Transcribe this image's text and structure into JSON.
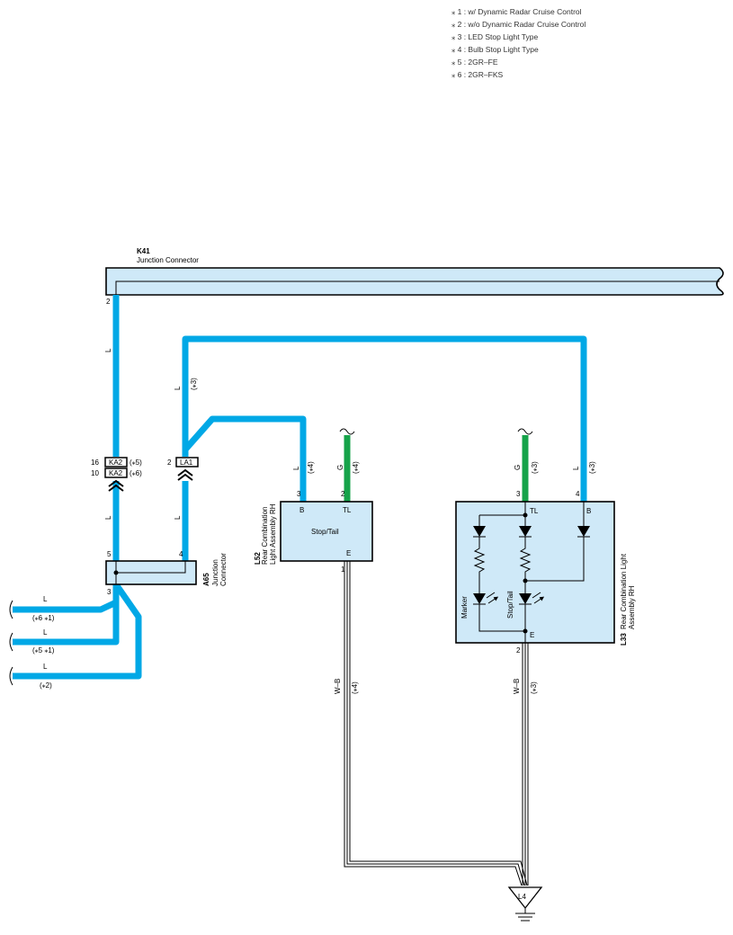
{
  "legend": [
    "⁎ 1 : w/ Dynamic Radar Cruise Control",
    "⁎ 2 : w/o Dynamic Radar Cruise Control",
    "⁎ 3 : LED Stop Light Type",
    "⁎ 4 : Bulb Stop Light Type",
    "⁎ 5 : 2GR–FE",
    "⁎ 6 : 2GR–FKS"
  ],
  "k41": {
    "code": "K41",
    "name": "Junction Connector",
    "pin": "2",
    "wire": "L"
  },
  "connectors": {
    "ka2_pin_top": "16",
    "ka2_name": "KA2",
    "ka2_note_top": "(⁎5)",
    "ka2_pin_bottom": "10",
    "ka2_note_bottom": "(⁎6)",
    "la1_pin": "2",
    "la1_name": "LA1",
    "wire_left_lower": "L",
    "wire_right_lower": "L",
    "wire_right_upper": "L",
    "wire_right_upper_note": "(⁎3)"
  },
  "a65": {
    "code": "A65",
    "name_line1": "Junction",
    "name_line2": "Connector",
    "pin_left": "5",
    "pin_right": "4",
    "pin_bottom": "3"
  },
  "left_wires": [
    {
      "label": "L",
      "note": "(⁎6 ⁎1)"
    },
    {
      "label": "L",
      "note": "(⁎5 ⁎1)"
    },
    {
      "label": "L",
      "note": "(⁎2)"
    }
  ],
  "l52": {
    "code": "L52",
    "name_line1": "Rear Combination",
    "name_line2": "Light Assembly RH",
    "inner": "Stop/Tail",
    "pin_b": "3",
    "pin_tl": "2",
    "pin_e": "1",
    "term_b": "B",
    "term_tl": "TL",
    "term_e": "E",
    "wire_b": "L",
    "wire_b_note": "(⁎4)",
    "wire_tl": "G",
    "wire_tl_note": "(⁎4)",
    "wire_e": "W–B",
    "wire_e_note": "(⁎4)"
  },
  "l33": {
    "code": "L33",
    "name_line1": "Rear Combination Light",
    "name_line2": "Assembly RH",
    "marker": "Marker",
    "stoptail": "Stop/Tail",
    "pin_tl": "3",
    "pin_b": "4",
    "pin_e": "2",
    "term_tl": "TL",
    "term_b": "B",
    "term_e": "E",
    "wire_tl": "G",
    "wire_tl_note": "(⁎3)",
    "wire_b": "L",
    "wire_b_note": "(⁎3)",
    "wire_e": "W–B",
    "wire_e_note": "(⁎3)"
  },
  "ground": {
    "code": "L4"
  },
  "colors": {
    "wire_l": "#00a8e6",
    "wire_g": "#16a34a",
    "component": "#cfe9f8"
  }
}
